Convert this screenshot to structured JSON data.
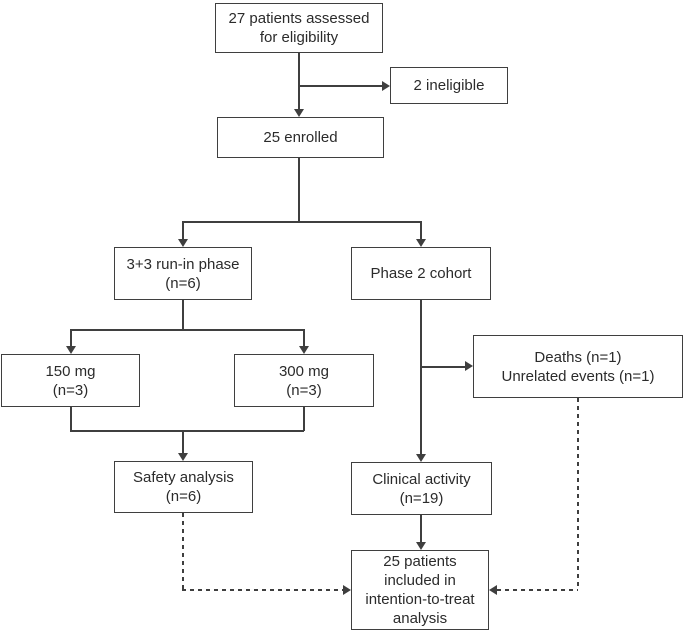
{
  "diagram": {
    "type": "flowchart",
    "boxes": {
      "assessed": "27 patients assessed\nfor eligibility",
      "ineligible": "2 ineligible",
      "enrolled": "25 enrolled",
      "run_in": "3+3 run-in phase\n(n=6)",
      "phase2": "Phase 2 cohort",
      "dose150": "150 mg\n(n=3)",
      "dose300": "300 mg\n(n=3)",
      "deaths": "Deaths (n=1)\nUnrelated events (n=1)",
      "safety": "Safety analysis\n(n=6)",
      "clinical": "Clinical activity\n(n=19)",
      "itt": "25 patients\nincluded in\nintention-to-treat\nanalysis"
    },
    "connections": [
      {
        "from": "assessed",
        "to": "enrolled",
        "style": "solid"
      },
      {
        "from": "assessed",
        "to": "ineligible",
        "style": "solid"
      },
      {
        "from": "enrolled",
        "to": "run_in",
        "style": "solid"
      },
      {
        "from": "enrolled",
        "to": "phase2",
        "style": "solid"
      },
      {
        "from": "run_in",
        "to": "dose150",
        "style": "solid"
      },
      {
        "from": "run_in",
        "to": "dose300",
        "style": "solid"
      },
      {
        "from": "dose150",
        "to": "safety",
        "style": "solid"
      },
      {
        "from": "dose300",
        "to": "safety",
        "style": "solid"
      },
      {
        "from": "phase2",
        "to": "deaths",
        "style": "solid"
      },
      {
        "from": "phase2",
        "to": "clinical",
        "style": "solid"
      },
      {
        "from": "clinical",
        "to": "itt",
        "style": "solid"
      },
      {
        "from": "safety",
        "to": "itt",
        "style": "dashed"
      },
      {
        "from": "deaths",
        "to": "itt",
        "style": "dashed"
      }
    ],
    "colors": {
      "border": "#3f3f3f",
      "line": "#3f3f3f",
      "text": "#2b2b2b",
      "background": "#ffffff"
    }
  }
}
